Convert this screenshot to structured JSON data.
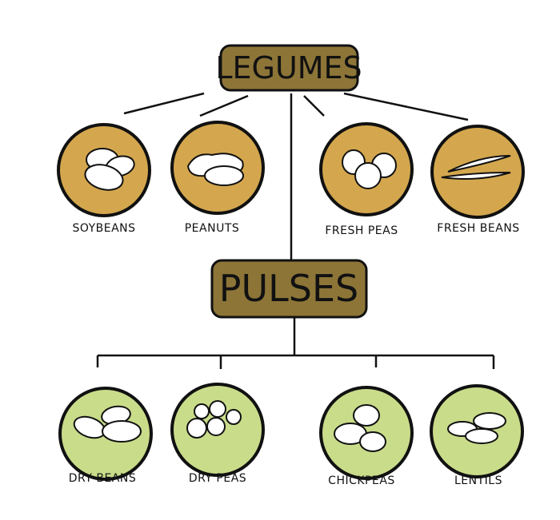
{
  "colors": {
    "category_box": "#8d7538",
    "legume_circle": "#d4a74e",
    "pulse_circle": "#c9dc8a",
    "outline": "#111111"
  },
  "root": {
    "label": "LEGUMES"
  },
  "legumes": [
    {
      "label": "SOYBEANS",
      "icon": "soybeans-icon"
    },
    {
      "label": "PEANUTS",
      "icon": "peanuts-icon"
    },
    {
      "label": "FRESH PEAS",
      "icon": "fresh-peas-icon"
    },
    {
      "label": "FRESH BEANS",
      "icon": "fresh-beans-icon"
    }
  ],
  "pulses_node": {
    "label": "PULSES"
  },
  "pulses": [
    {
      "label": "DRY BEANS",
      "icon": "dry-beans-icon"
    },
    {
      "label": "DRY PEAS",
      "icon": "dry-peas-icon"
    },
    {
      "label": "CHICKPEAS",
      "icon": "chickpeas-icon"
    },
    {
      "label": "LENTILS",
      "icon": "lentils-icon"
    }
  ]
}
